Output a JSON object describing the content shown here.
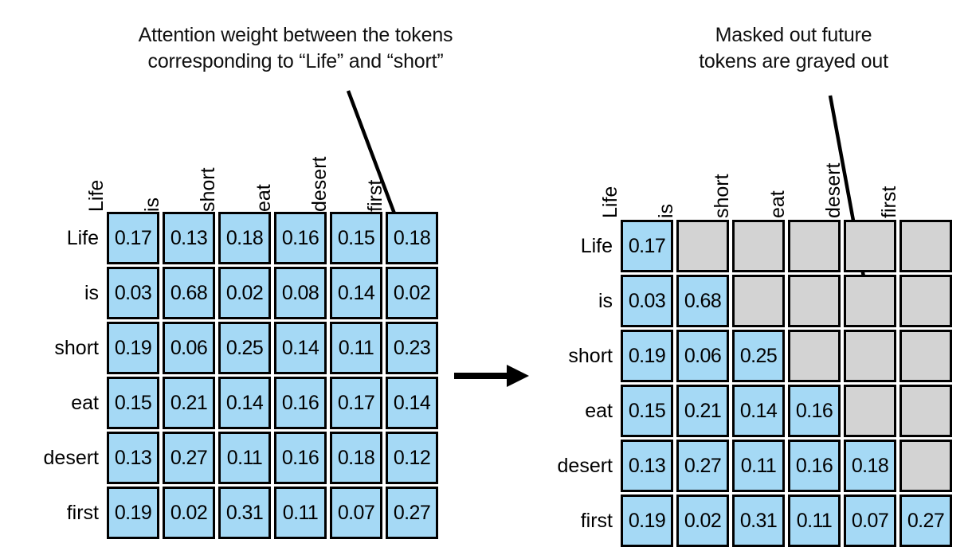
{
  "figure": {
    "title_left": "Attention weight between the tokens\ncorresponding to “Life” and “short”",
    "title_right": "Masked out future\ntokens are grayed out",
    "transition_arrow": "right-arrow"
  },
  "colors": {
    "active_cell": "#A5D9F5",
    "masked_cell": "#D3D3D3",
    "border": "#000000",
    "background": "#FFFFFF",
    "text": "#000000"
  },
  "chart_data": {
    "type": "heatmap",
    "title": "Self-attention weight matrices before and after causal masking",
    "tokens": [
      "Life",
      "is",
      "short",
      "eat",
      "desert",
      "first"
    ],
    "xlabel": "",
    "ylabel": "",
    "grid": true,
    "legend": null,
    "panels": [
      {
        "name": "unmasked-attention-matrix",
        "caption": "Attention weight between the tokens corresponding to “Life” and “short”",
        "row_labels": [
          "Life",
          "is",
          "short",
          "eat",
          "desert",
          "first"
        ],
        "col_labels": [
          "Life",
          "is",
          "short",
          "eat",
          "desert",
          "first"
        ],
        "masked": false,
        "rows": [
          {
            "label": "Life",
            "values": [
              "0.17",
              "0.13",
              "0.18",
              "0.16",
              "0.15",
              "0.18"
            ],
            "masked_from": 6
          },
          {
            "label": "is",
            "values": [
              "0.03",
              "0.68",
              "0.02",
              "0.08",
              "0.14",
              "0.02"
            ],
            "masked_from": 6
          },
          {
            "label": "short",
            "values": [
              "0.19",
              "0.06",
              "0.25",
              "0.14",
              "0.11",
              "0.23"
            ],
            "masked_from": 6
          },
          {
            "label": "eat",
            "values": [
              "0.15",
              "0.21",
              "0.14",
              "0.16",
              "0.17",
              "0.14"
            ],
            "masked_from": 6
          },
          {
            "label": "desert",
            "values": [
              "0.13",
              "0.27",
              "0.11",
              "0.16",
              "0.18",
              "0.12"
            ],
            "masked_from": 6
          },
          {
            "label": "first",
            "values": [
              "0.19",
              "0.02",
              "0.31",
              "0.11",
              "0.07",
              "0.27"
            ],
            "masked_from": 6
          }
        ]
      },
      {
        "name": "causally-masked-attention-matrix",
        "caption": "Masked out future tokens are grayed out",
        "row_labels": [
          "Life",
          "is",
          "short",
          "eat",
          "desert",
          "first"
        ],
        "col_labels": [
          "Life",
          "is",
          "short",
          "eat",
          "desert",
          "first"
        ],
        "masked": true,
        "rows": [
          {
            "label": "Life",
            "values": [
              "0.17",
              "",
              "",
              "",
              "",
              ""
            ],
            "masked_from": 1
          },
          {
            "label": "is",
            "values": [
              "0.03",
              "0.68",
              "",
              "",
              "",
              ""
            ],
            "masked_from": 2
          },
          {
            "label": "short",
            "values": [
              "0.19",
              "0.06",
              "0.25",
              "",
              "",
              ""
            ],
            "masked_from": 3
          },
          {
            "label": "eat",
            "values": [
              "0.15",
              "0.21",
              "0.14",
              "0.16",
              "",
              ""
            ],
            "masked_from": 4
          },
          {
            "label": "desert",
            "values": [
              "0.13",
              "0.27",
              "0.11",
              "0.16",
              "0.18",
              ""
            ],
            "masked_from": 5
          },
          {
            "label": "first",
            "values": [
              "0.19",
              "0.02",
              "0.31",
              "0.11",
              "0.07",
              "0.27"
            ],
            "masked_from": 6
          }
        ]
      }
    ]
  }
}
